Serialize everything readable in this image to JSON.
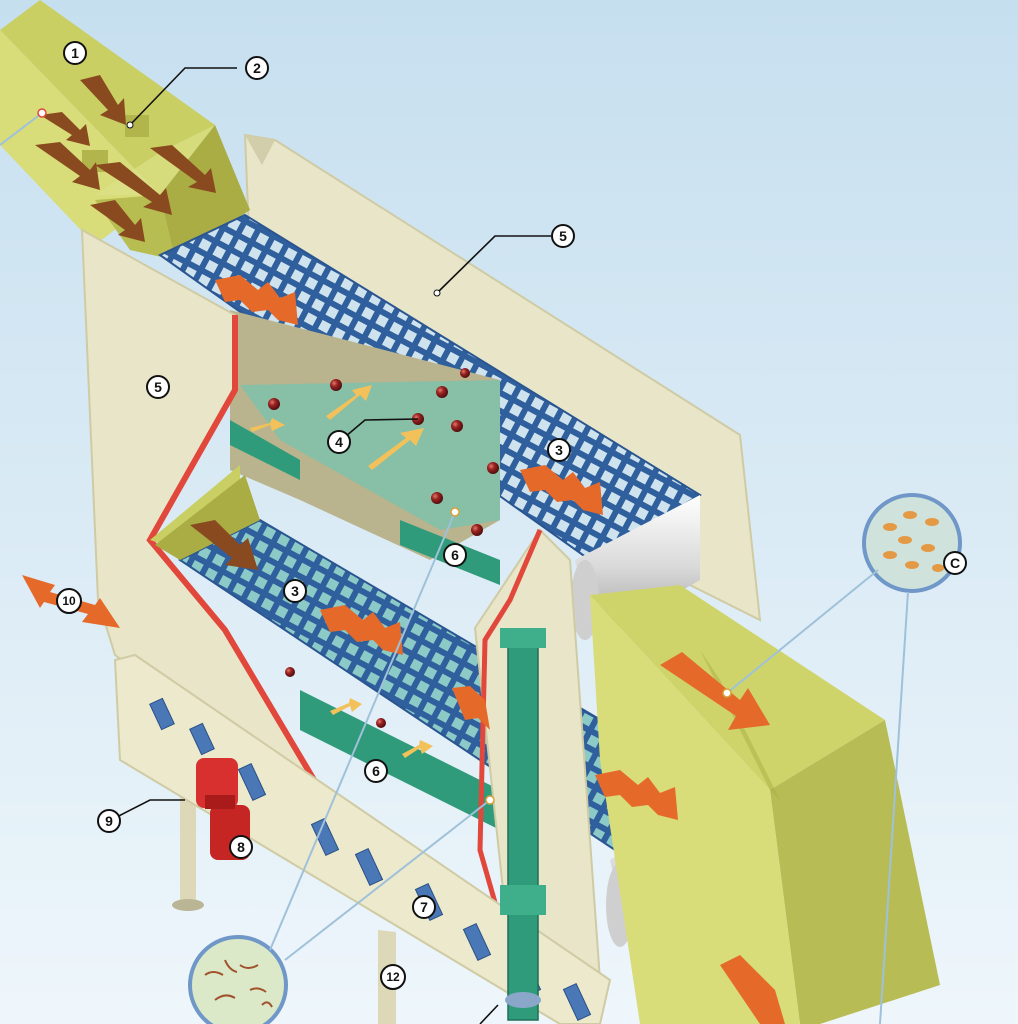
{
  "labels": {
    "l1": "1",
    "l2": "2",
    "l3a": "3",
    "l3b": "3",
    "l4": "4",
    "l5a": "5",
    "l5b": "5",
    "l6a": "6",
    "l6b": "6",
    "l7": "7",
    "l8": "8",
    "l9": "9",
    "l10": "10",
    "l12": "12",
    "lC": "C"
  },
  "colors": {
    "background_top": "#c9e0f0",
    "background_bottom": "#eef6fb",
    "frame": "#e6e3c4",
    "frame_shadow": "#cfcba5",
    "hopper": "#cfd46a",
    "hopper_dark": "#a9ad44",
    "screen_mesh": "#2f5f9c",
    "screen_fill": "#dbe6ef",
    "screen_hole": "#8fc7cf",
    "cut_edge": "#e1473b",
    "inner_green": "#7ab8a0",
    "flow_arrow": "#e56a2a",
    "feed_arrow": "#8a4a1f",
    "yellow_arrow": "#f3c15a",
    "particles": "#8b1f1f",
    "shaft": "#2f9b7a",
    "motor": "#d8302e",
    "roller": "#eaeaea"
  },
  "icons": {
    "callout_fibers": "fiber-callout-icon",
    "callout_grains": "grain-callout-icon",
    "vibration": "double-arrow-icon"
  }
}
